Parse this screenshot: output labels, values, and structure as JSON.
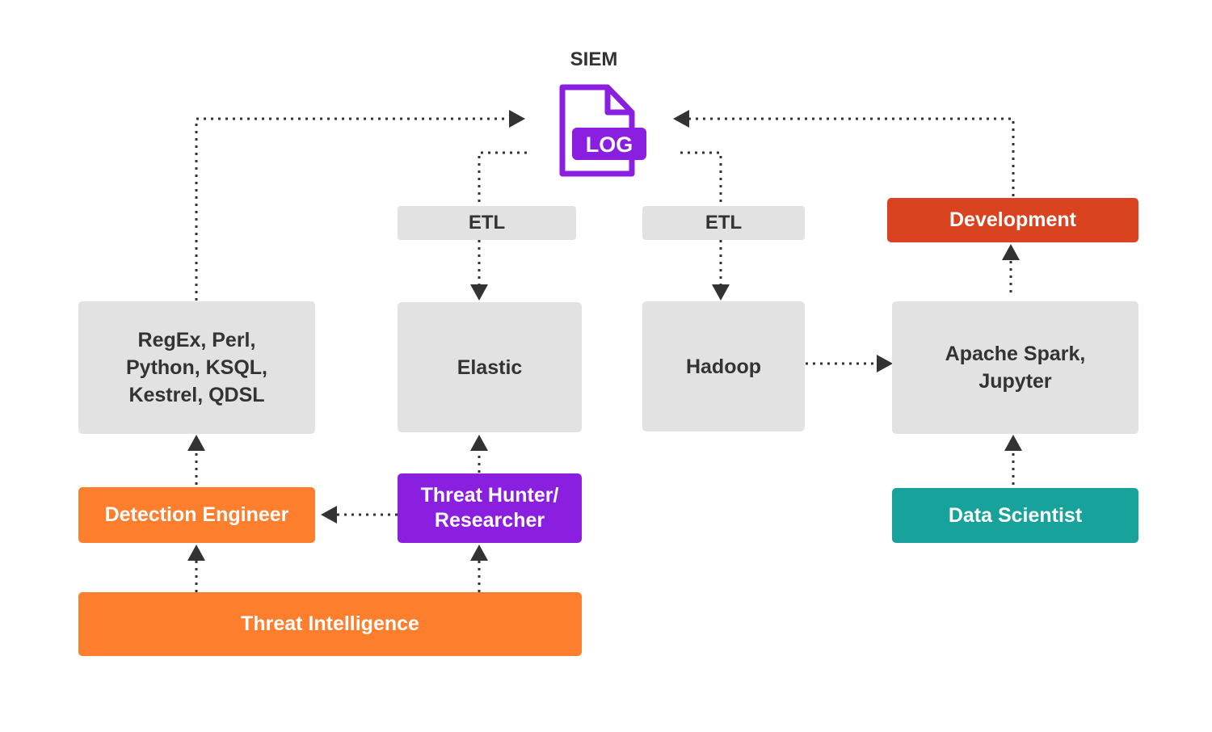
{
  "siem": {
    "title": "SIEM",
    "icon": "log-file-icon",
    "icon_label": "LOG",
    "icon_color": "#8a1fe0"
  },
  "etl_left": "ETL",
  "etl_right": "ETL",
  "tools": {
    "languages": [
      "RegEx, Perl,",
      "Python, KSQL,",
      "Kestrel, QDSL"
    ],
    "elastic": "Elastic",
    "hadoop": "Hadoop",
    "spark": [
      "Apache Spark,",
      "Jupyter"
    ]
  },
  "roles": {
    "detection_engineer": "Detection Engineer",
    "threat_hunter": [
      "Threat Hunter/",
      "Researcher"
    ],
    "threat_intelligence": "Threat Intelligence",
    "development": "Development",
    "data_scientist": "Data Scientist"
  },
  "colors": {
    "orange": "#fd7e2c",
    "purple": "#8a1fe0",
    "red": "#d9431f",
    "teal": "#17a29b",
    "gray_box": "#e2e2e2",
    "arrow": "#333333"
  }
}
